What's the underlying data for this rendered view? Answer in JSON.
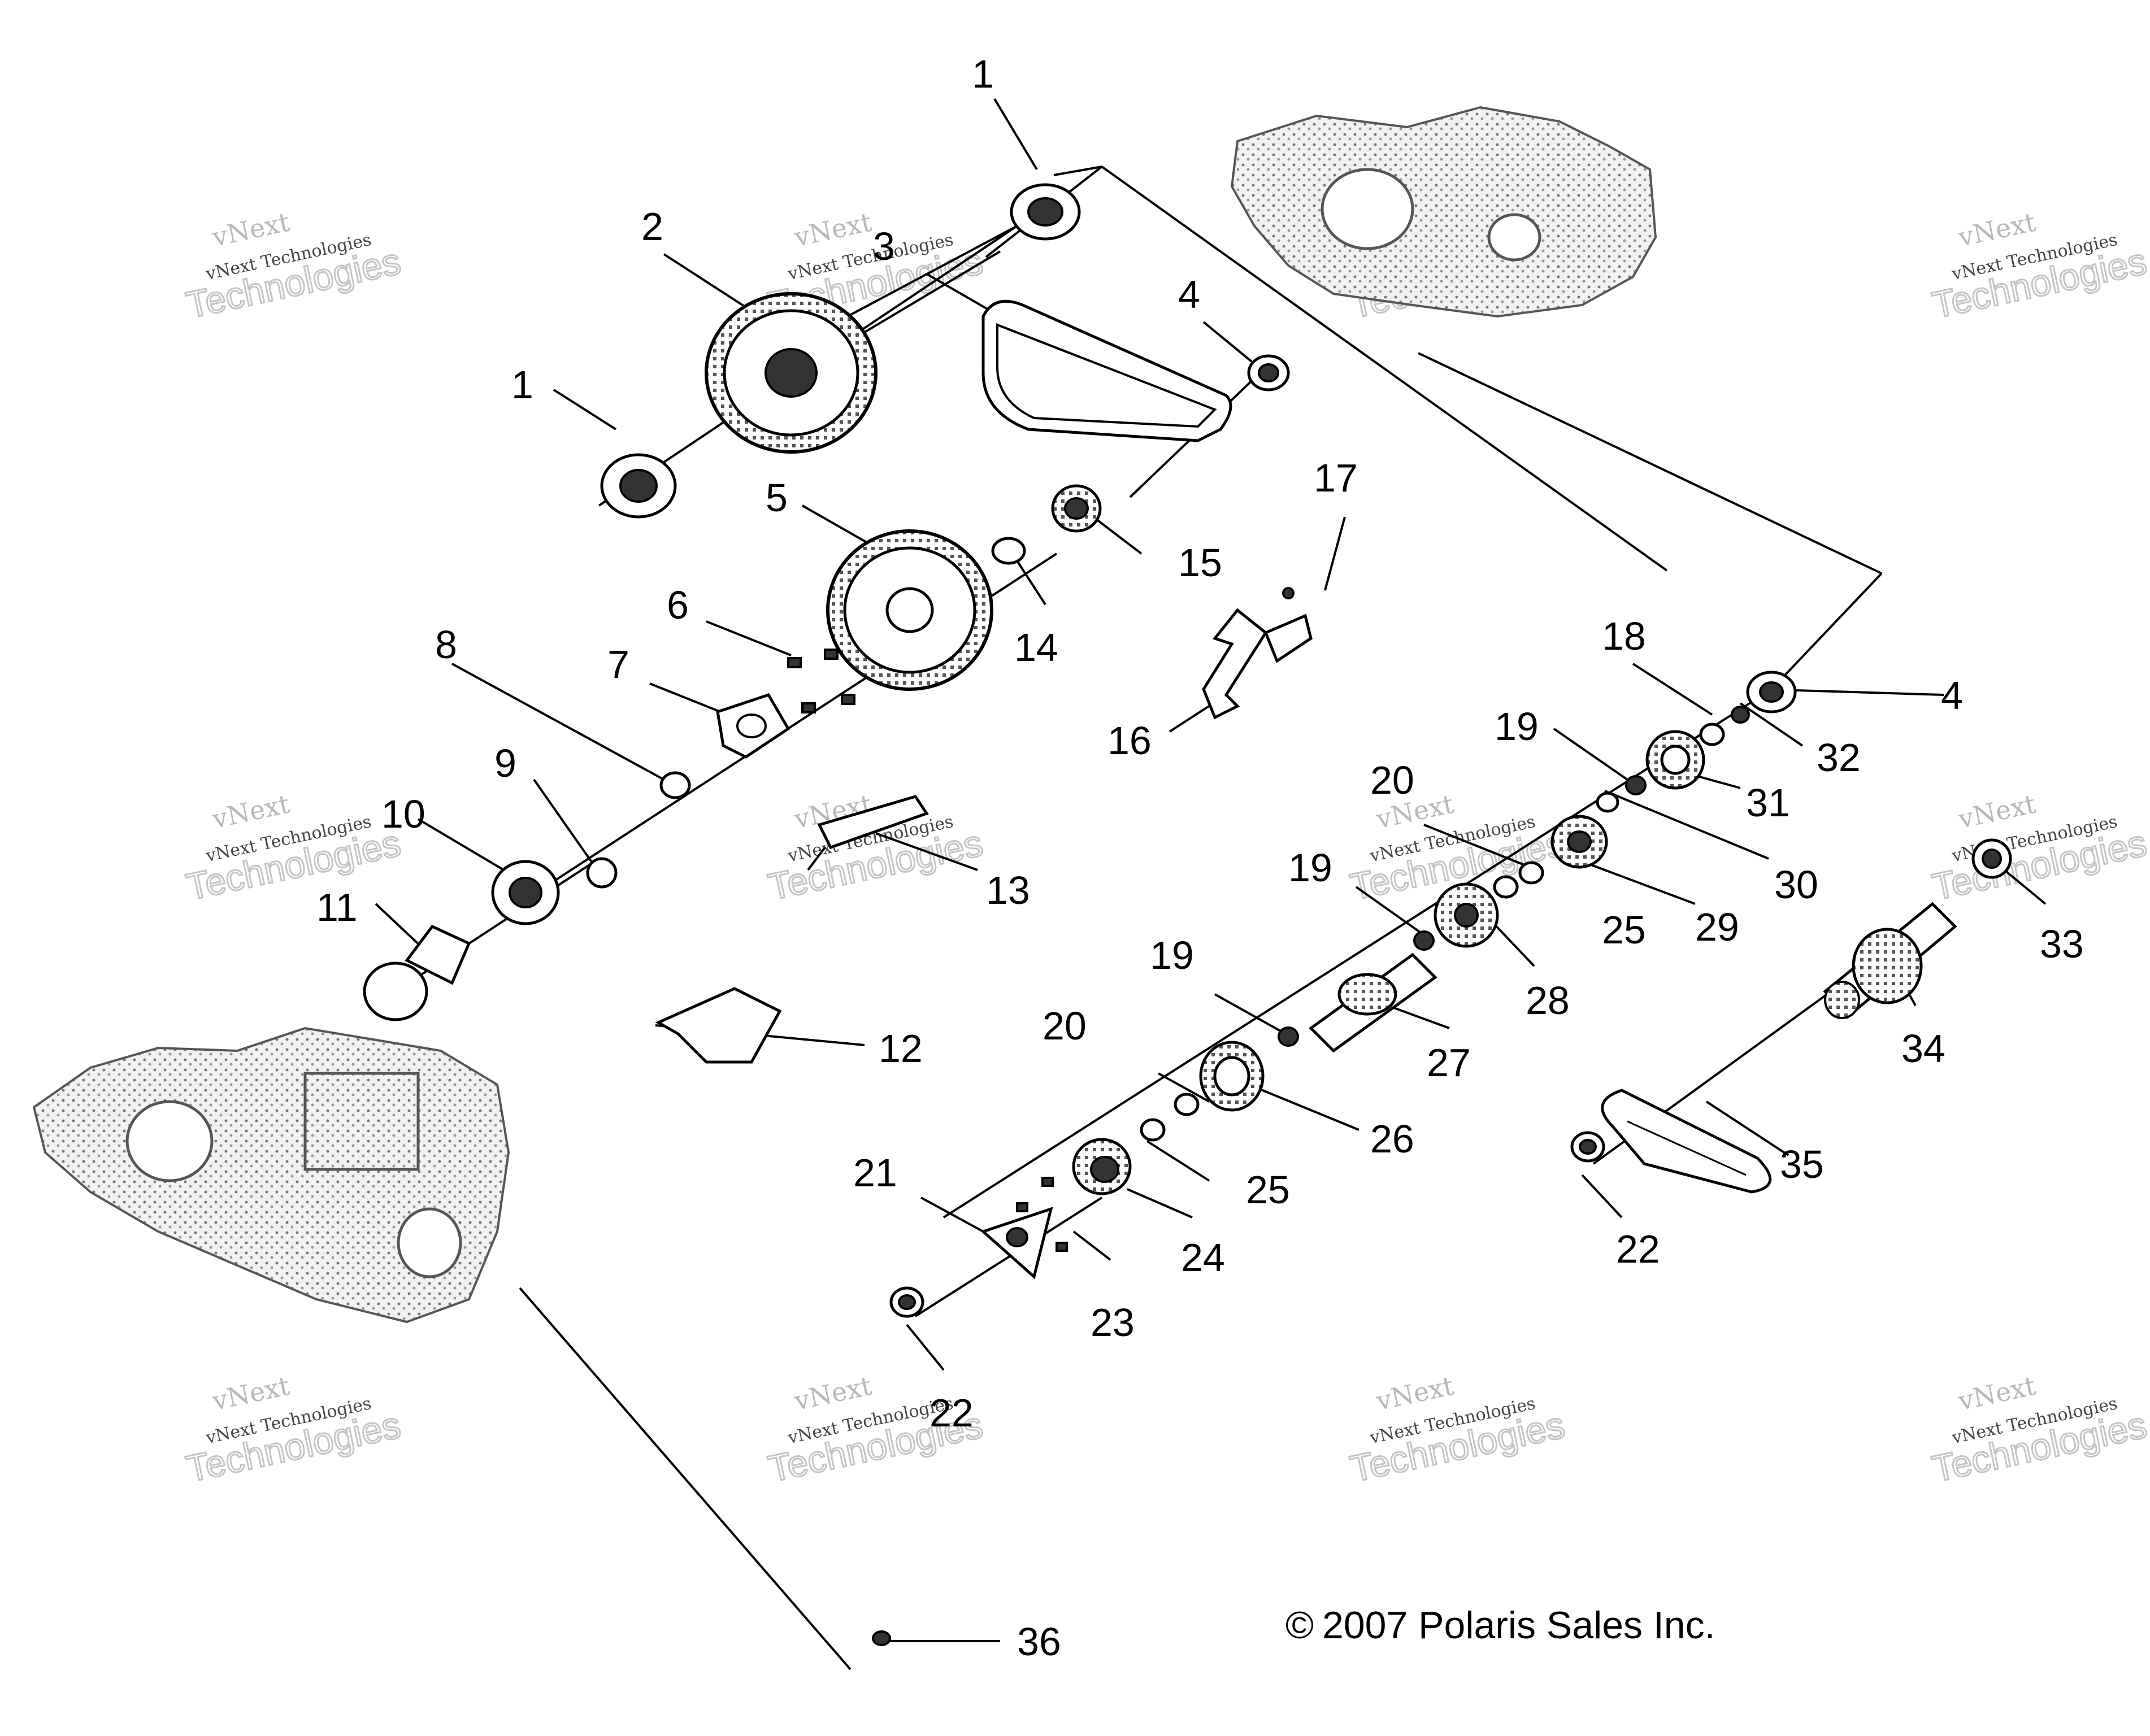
{
  "diagram": {
    "copyright_symbol": "©",
    "copyright_text": "2007 Polaris Sales Inc.",
    "watermark": {
      "line1": "vNext",
      "line2": "vNext Technologies",
      "line3": "Technologies"
    },
    "callouts": [
      {
        "id": "c1a",
        "text": "1"
      },
      {
        "id": "c1b",
        "text": "1"
      },
      {
        "id": "c2",
        "text": "2"
      },
      {
        "id": "c3",
        "text": "3"
      },
      {
        "id": "c4a",
        "text": "4"
      },
      {
        "id": "c4b",
        "text": "4"
      },
      {
        "id": "c5",
        "text": "5"
      },
      {
        "id": "c6",
        "text": "6"
      },
      {
        "id": "c7",
        "text": "7"
      },
      {
        "id": "c8",
        "text": "8"
      },
      {
        "id": "c9",
        "text": "9"
      },
      {
        "id": "c10",
        "text": "10"
      },
      {
        "id": "c11",
        "text": "11"
      },
      {
        "id": "c12",
        "text": "12"
      },
      {
        "id": "c13",
        "text": "13"
      },
      {
        "id": "c14",
        "text": "14"
      },
      {
        "id": "c15",
        "text": "15"
      },
      {
        "id": "c16",
        "text": "16"
      },
      {
        "id": "c17",
        "text": "17"
      },
      {
        "id": "c18",
        "text": "18"
      },
      {
        "id": "c19a",
        "text": "19"
      },
      {
        "id": "c19b",
        "text": "19"
      },
      {
        "id": "c19c",
        "text": "19"
      },
      {
        "id": "c20a",
        "text": "20"
      },
      {
        "id": "c20b",
        "text": "20"
      },
      {
        "id": "c21",
        "text": "21"
      },
      {
        "id": "c22a",
        "text": "22"
      },
      {
        "id": "c22b",
        "text": "22"
      },
      {
        "id": "c23",
        "text": "23"
      },
      {
        "id": "c24",
        "text": "24"
      },
      {
        "id": "c25a",
        "text": "25"
      },
      {
        "id": "c25b",
        "text": "25"
      },
      {
        "id": "c26",
        "text": "26"
      },
      {
        "id": "c27",
        "text": "27"
      },
      {
        "id": "c28",
        "text": "28"
      },
      {
        "id": "c29",
        "text": "29"
      },
      {
        "id": "c30",
        "text": "30"
      },
      {
        "id": "c31",
        "text": "31"
      },
      {
        "id": "c32",
        "text": "32"
      },
      {
        "id": "c33",
        "text": "33"
      },
      {
        "id": "c34",
        "text": "34"
      },
      {
        "id": "c35",
        "text": "35"
      },
      {
        "id": "c36",
        "text": "36"
      }
    ]
  }
}
